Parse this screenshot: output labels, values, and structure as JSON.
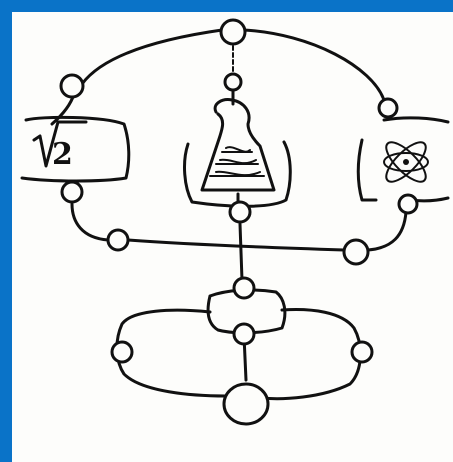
{
  "colors": {
    "frame": "#0a73c8",
    "paper": "#fdfdfb",
    "ink": "#111111"
  },
  "panels": [
    {
      "name": "math",
      "icon": "square-root-icon",
      "symbol": "√2"
    },
    {
      "name": "chemistry",
      "icon": "flask-icon"
    },
    {
      "name": "physics",
      "icon": "atom-icon"
    }
  ]
}
